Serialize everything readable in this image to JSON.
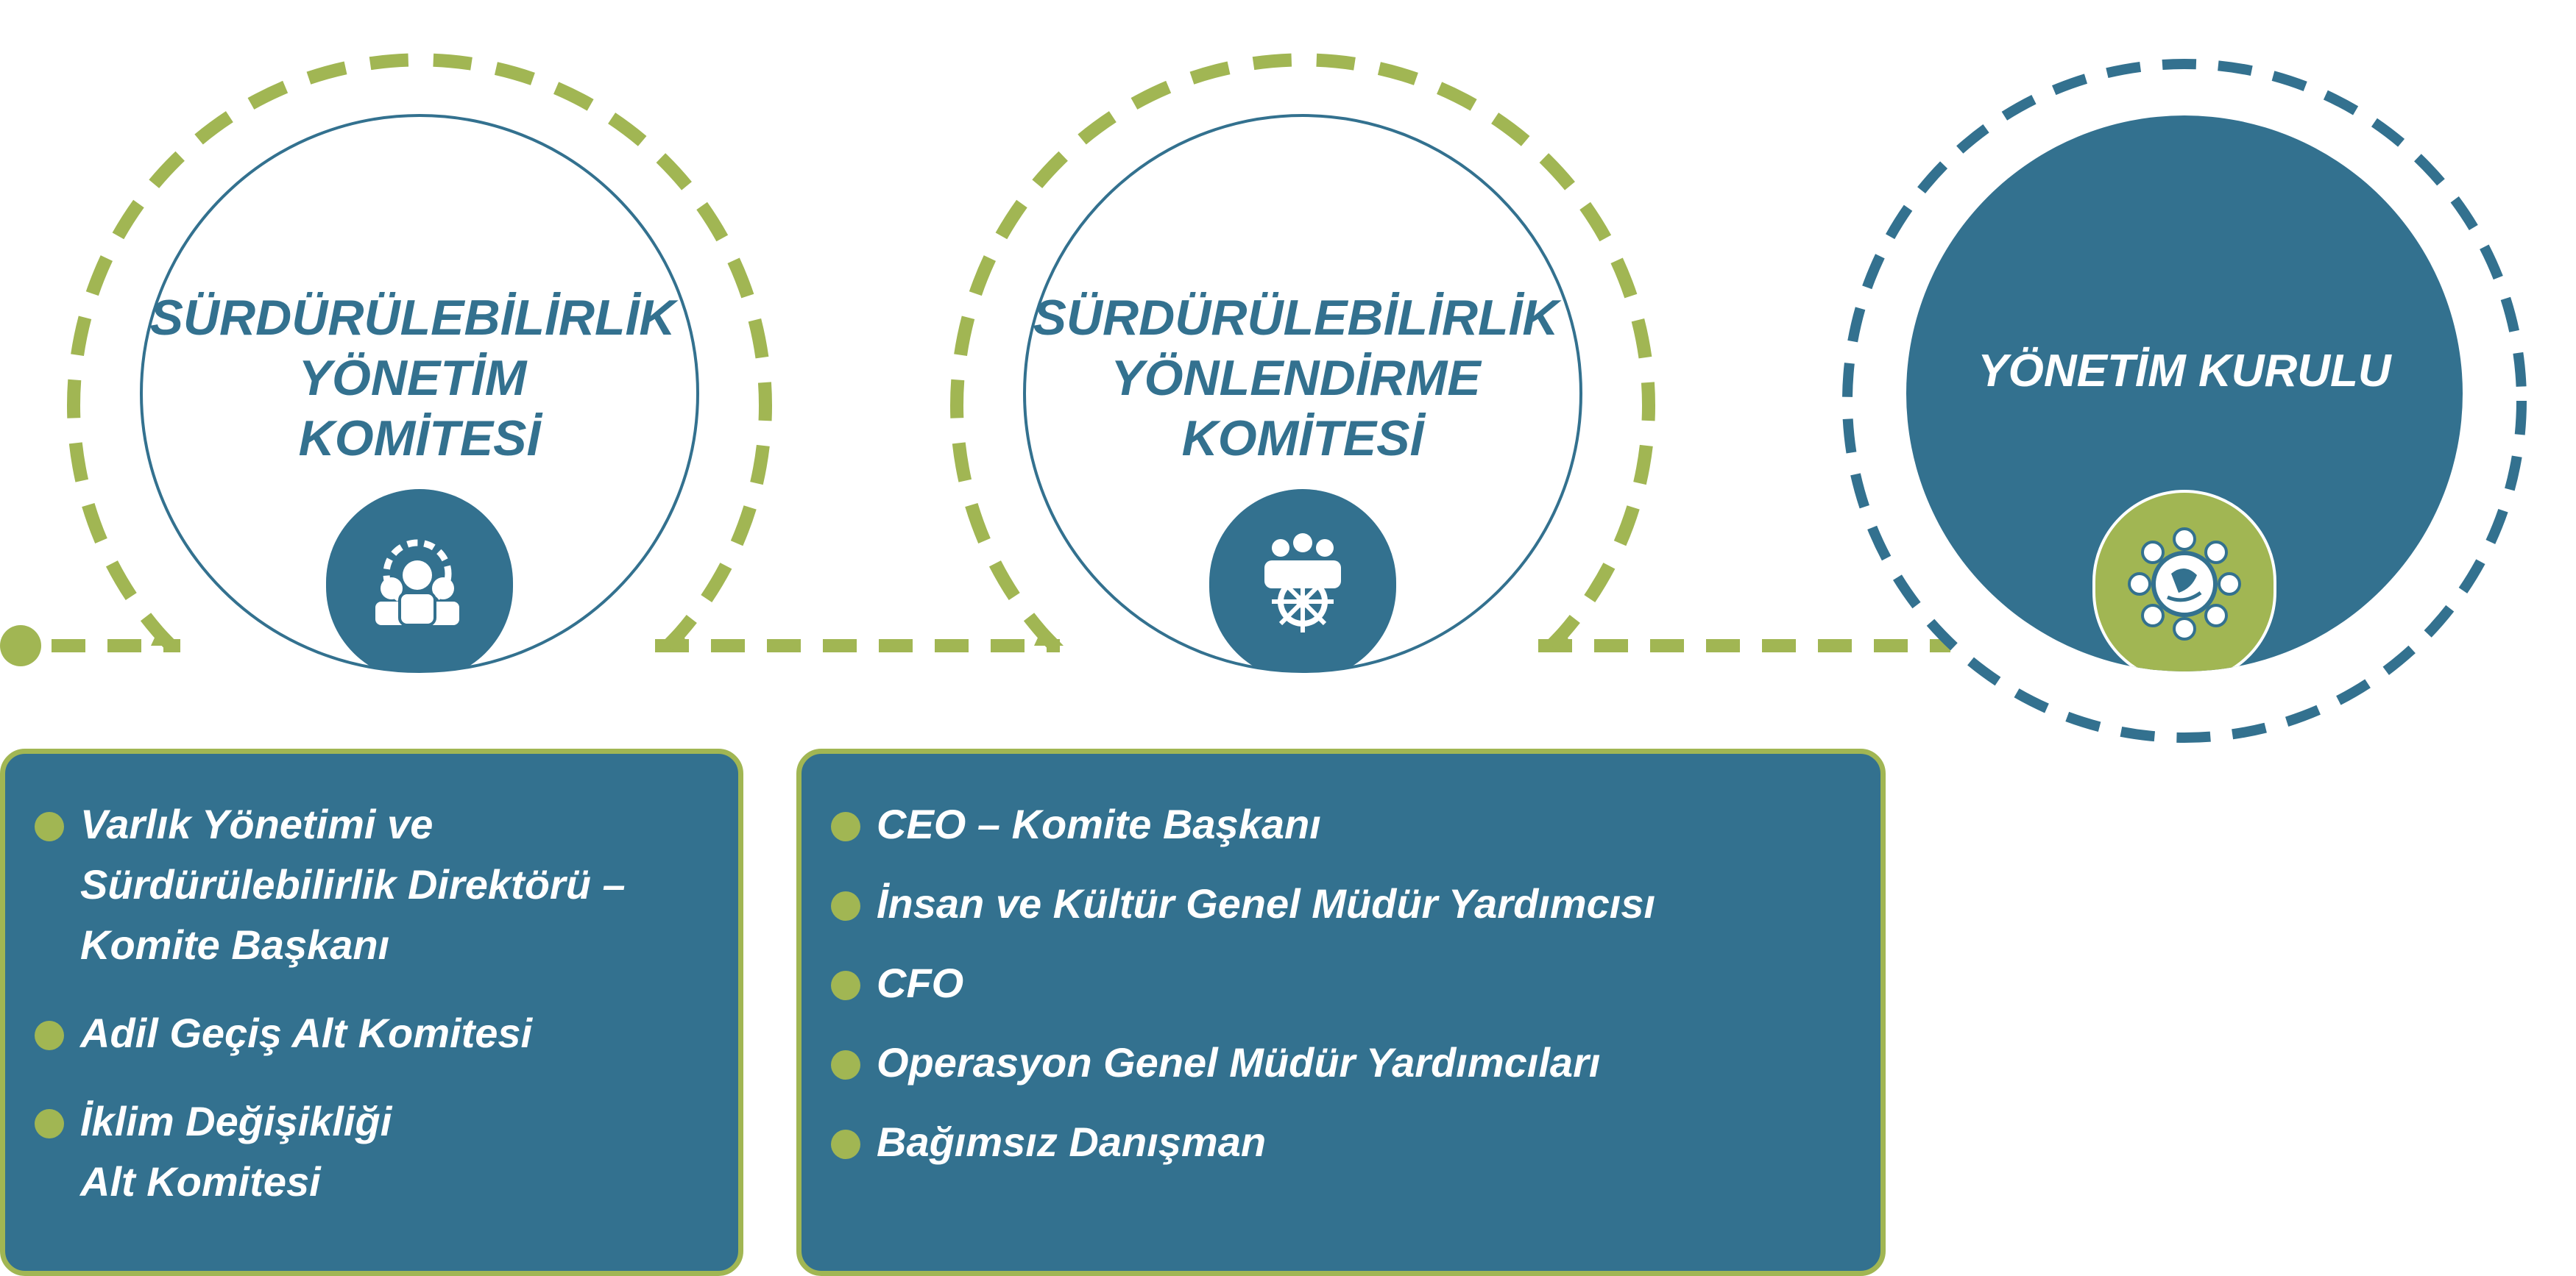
{
  "colors": {
    "blue": "#33718f",
    "green": "#a1b653",
    "white": "#ffffff"
  },
  "committees": [
    {
      "title_lines": [
        "SÜRDÜRÜLEBİLİRLİK",
        "YÖNETİM",
        "KOMİTESİ"
      ],
      "icon": "gear-team-icon"
    },
    {
      "title_lines": [
        "SÜRDÜRÜLEBİLİRLİK",
        "YÖNLENDİRME",
        "KOMİTESİ"
      ],
      "icon": "team-ship-wheel-icon"
    },
    {
      "title_lines": [
        "YÖNETİM KURULU"
      ],
      "icon": "globe-network-icon"
    }
  ],
  "left_box": {
    "items": [
      "Varlık Yönetimi ve\nSürdürülebilirlik Direktörü –\nKomite Başkanı",
      "Adil Geçiş Alt Komitesi",
      "İklim Değişikliği\nAlt Komitesi"
    ]
  },
  "middle_box": {
    "items": [
      "CEO – Komite Başkanı",
      "İnsan ve Kültür Genel Müdür Yardımcısı",
      "CFO",
      "Operasyon Genel Müdür Yardımcıları",
      "Bağımsız Danışman"
    ]
  }
}
